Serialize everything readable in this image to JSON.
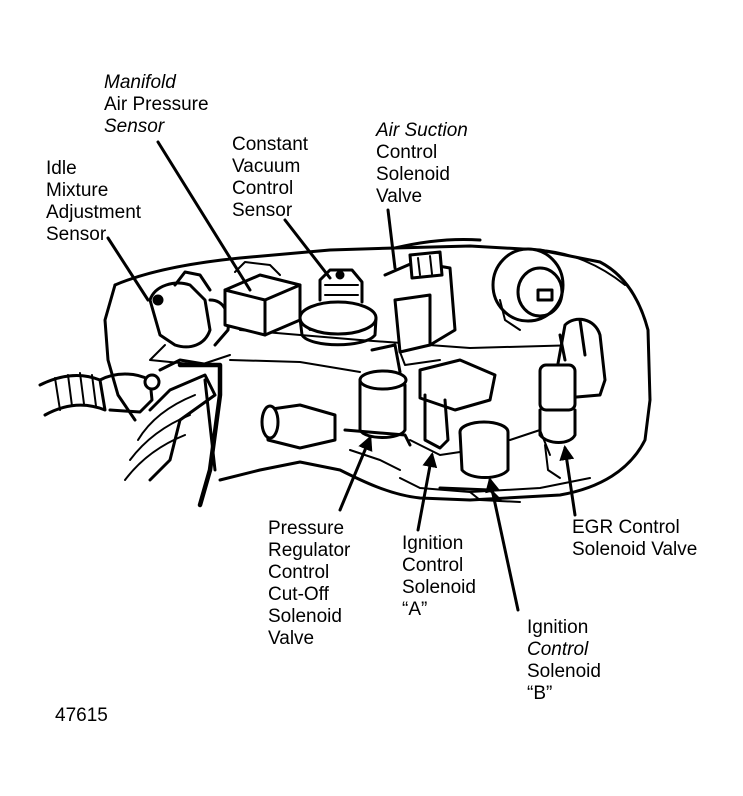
{
  "labels": {
    "manifold": [
      "Manifold",
      "Air Pressure",
      "Sensor"
    ],
    "idle": [
      "Idle",
      "Mixture",
      "Adjustment",
      "Sensor"
    ],
    "constant_vacuum": [
      "Constant",
      "Vacuum",
      "Control",
      "Sensor"
    ],
    "air_suction": [
      "Air Suction",
      "Control",
      "Solenoid",
      "Valve"
    ],
    "pressure_regulator": [
      "Pressure",
      "Regulator",
      "Control",
      "Cut-Off",
      "Solenoid",
      "Valve"
    ],
    "ignition_a": [
      "Ignition",
      "Control",
      "Solenoid",
      "“A”"
    ],
    "egr": [
      "EGR Control",
      "Solenoid Valve"
    ],
    "ignition_b": [
      "Ignition",
      "Control",
      "Solenoid",
      "“B”"
    ]
  },
  "figure_number": "47615"
}
